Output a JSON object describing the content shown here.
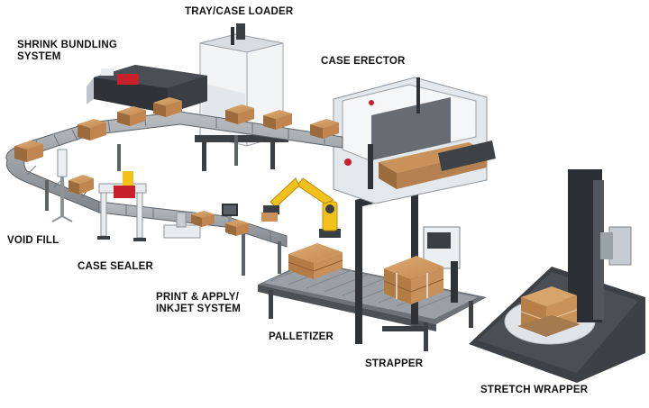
{
  "labels": {
    "tray_case_loader": "TRAY/CASE LOADER",
    "shrink_bundling_line1": "SHRINK BUNDLING",
    "shrink_bundling_line2": "SYSTEM",
    "case_erector": "CASE ERECTOR",
    "void_fill": "VOID FILL",
    "case_sealer": "CASE SEALER",
    "print_apply_line1": "PRINT & APPLY/",
    "print_apply_line2": "INKJET SYSTEM",
    "palletizer": "PALLETIZER",
    "strapper": "STRAPPER",
    "stretch_wrapper": "STRETCH WRAPPER"
  },
  "colors": {
    "conveyor": "#8e9499",
    "conveyor_dark": "#5d6267",
    "box": "#c8925a",
    "box_dark": "#9c6b3c",
    "frame": "#2f3338",
    "robot": "#f2c21a",
    "machine_panel": "#e9eef2",
    "accent_red": "#c8202a"
  },
  "icons": {
    "robot_arm": "robot-arm-icon",
    "pallet": "pallet-icon",
    "wrapper_tower": "wrapper-tower-icon"
  }
}
